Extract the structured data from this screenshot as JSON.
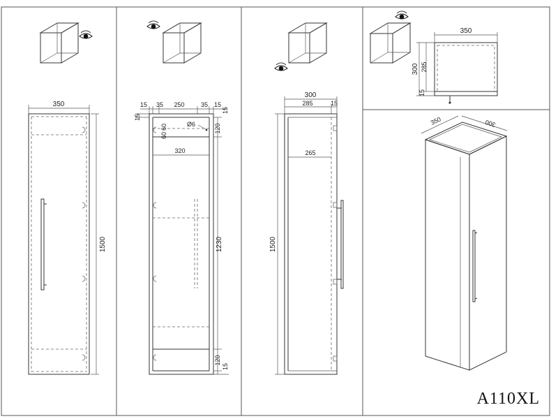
{
  "model_code": "A110XL",
  "colors": {
    "side_panel": "#6b6b6b",
    "back_panel": "#b02bc8",
    "front_panel": "#1c66e3",
    "top_panel": "#f07010"
  },
  "icons": [
    "eye-icon",
    "cube-icon",
    "cabinet-3d-icon"
  ],
  "views": {
    "side_outer": {
      "width": "350",
      "height": "1500"
    },
    "back_inner": {
      "d15a": "15",
      "d35a": "35",
      "d250": "250",
      "d35b": "35",
      "d15b": "15",
      "top15": "15",
      "top15_right": "15",
      "d60a": "60",
      "d60b": "60",
      "hole_dia": "Ø6",
      "d120_top": "120",
      "d320": "320",
      "d1230": "1230",
      "d120_bottom": "120",
      "d15_bottom": "15"
    },
    "front": {
      "d300": "300",
      "d285": "285",
      "d15": "15",
      "d265": "265",
      "height": "1500"
    },
    "top": {
      "width": "350",
      "depth": "300",
      "inner_depth": "285",
      "panel": "15"
    },
    "iso": {
      "width": "350",
      "depth": "300"
    }
  }
}
